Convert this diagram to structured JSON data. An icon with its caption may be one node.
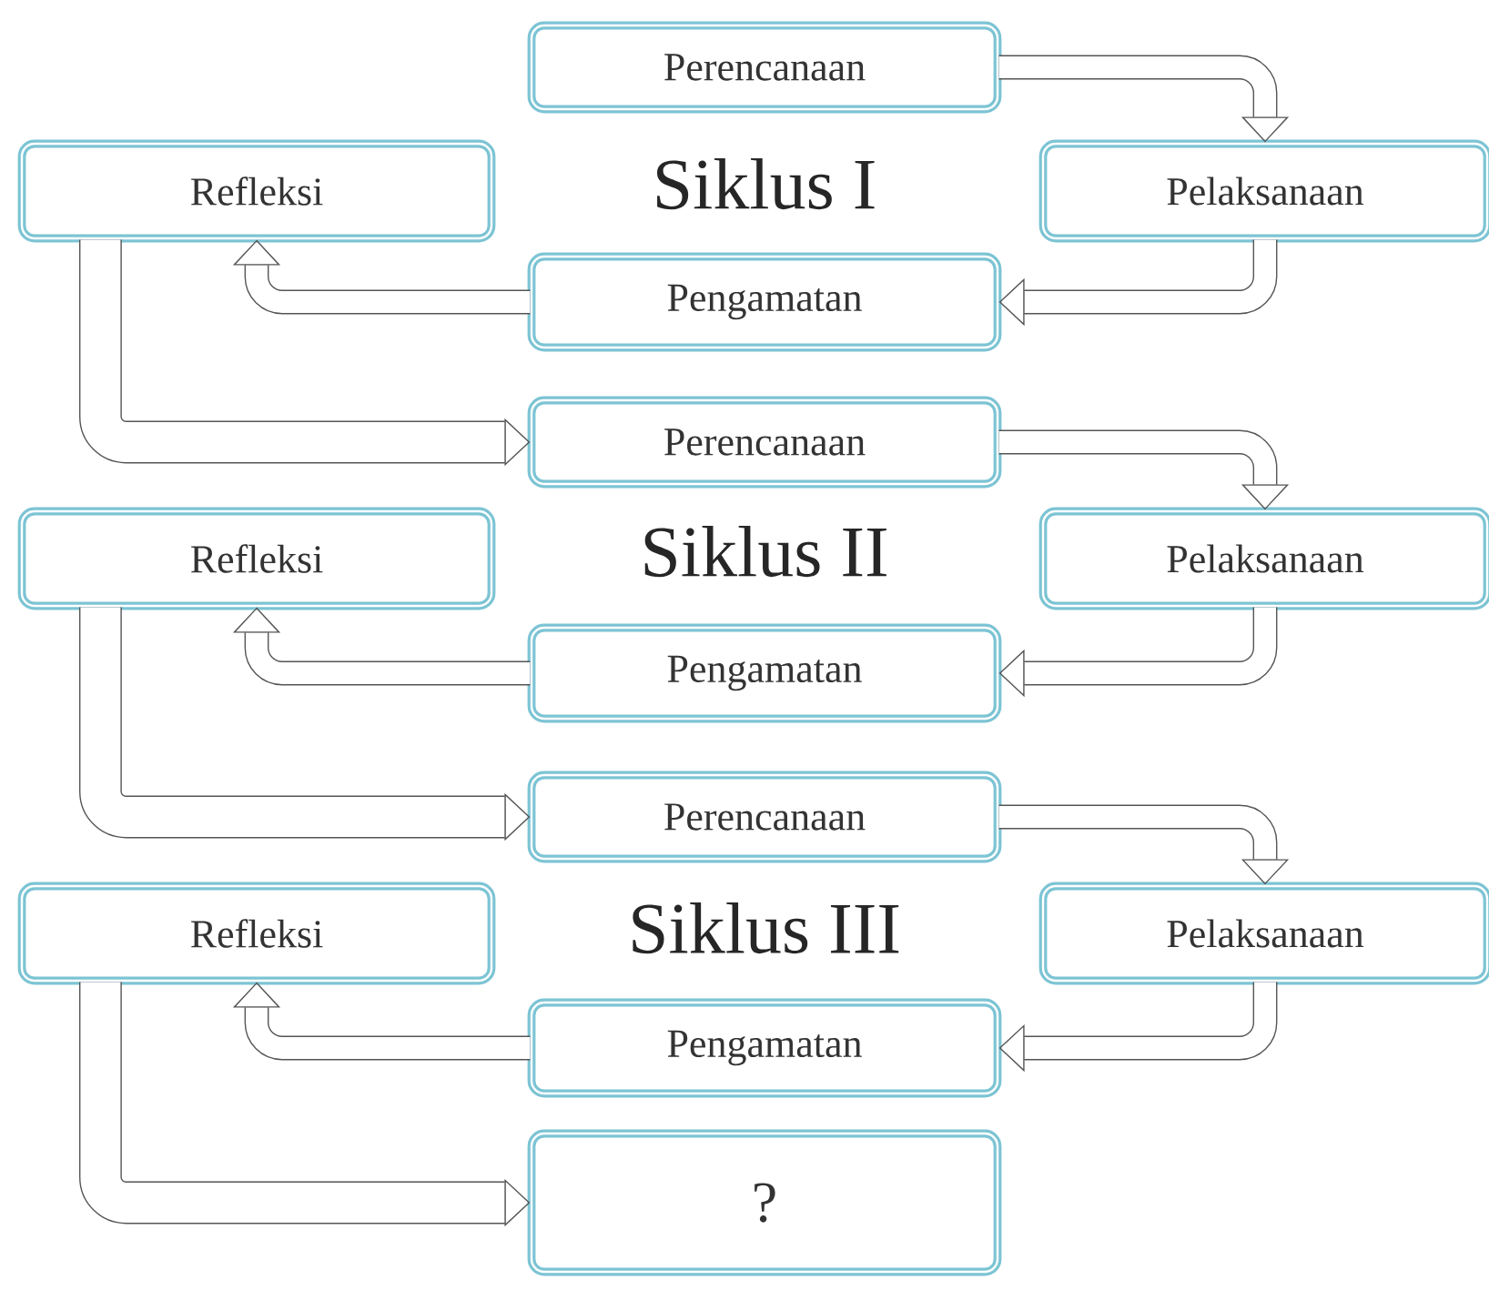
{
  "diagram": {
    "nodes": [
      {
        "text": [
          "Perencanaan"
        ]
      },
      {
        "text": [
          "Refleksi"
        ]
      },
      {
        "text": [
          "Pelaksanaan"
        ]
      },
      {
        "text": [
          "Pengamatan"
        ]
      },
      {
        "text": [
          "Perencanaan"
        ]
      },
      {
        "text": [
          "Refleksi"
        ]
      },
      {
        "text": [
          "Pelaksanaan"
        ]
      },
      {
        "text": [
          "Pengamatan"
        ]
      },
      {
        "text": [
          "Perencanaan"
        ]
      },
      {
        "text": [
          "Refleksi"
        ]
      },
      {
        "text": [
          "Pelaksanaan"
        ]
      },
      {
        "text": [
          "Pengamatan"
        ]
      },
      {
        "text": [
          "?"
        ]
      }
    ],
    "edges": [
      {
        "from": 0,
        "to": 2,
        "arrow": "to"
      },
      {
        "from": 2,
        "to": 3,
        "arrow": "to"
      },
      {
        "from": 3,
        "to": 1,
        "arrow": "to"
      },
      {
        "from": 1,
        "to": 4,
        "arrow": "to"
      },
      {
        "from": 4,
        "to": 6,
        "arrow": "to"
      },
      {
        "from": 6,
        "to": 7,
        "arrow": "to"
      },
      {
        "from": 7,
        "to": 5,
        "arrow": "to"
      },
      {
        "from": 5,
        "to": 8,
        "arrow": "to"
      },
      {
        "from": 8,
        "to": 10,
        "arrow": "to"
      },
      {
        "from": 10,
        "to": 11,
        "arrow": "to"
      },
      {
        "from": 11,
        "to": 9,
        "arrow": "to"
      },
      {
        "from": 9,
        "to": 12,
        "arrow": "to"
      }
    ],
    "labels": [
      "Siklus I",
      "Siklus II",
      "Siklus III"
    ]
  }
}
